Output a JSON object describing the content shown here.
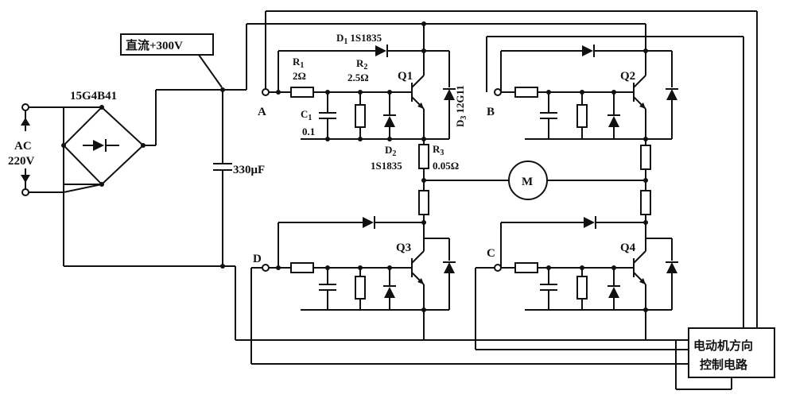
{
  "labels": {
    "dc": "直流+300V",
    "bridge": "15G4B41",
    "ac": "AC",
    "ac_v": "220V",
    "cap_main": "330μF",
    "A": "A",
    "B": "B",
    "C": "C",
    "D": "D",
    "d1": "D",
    "d1_sub": "1",
    "d1_part": "1S1835",
    "r1": "R",
    "r1_sub": "1",
    "r1_val": "2Ω",
    "r2": "R",
    "r2_sub": "2",
    "r2_val": "2.5Ω",
    "c1": "C",
    "c1_sub": "1",
    "c1_val": "0.1",
    "d2": "D",
    "d2_sub": "2",
    "d2_part": "1S1835",
    "d3": "D",
    "d3_sub": "3",
    "d3_part": "12G11",
    "r3": "R",
    "r3_sub": "3",
    "r3_val": "0.05Ω",
    "q1": "Q1",
    "q2": "Q2",
    "q3": "Q3",
    "q4": "Q4",
    "motor": "M",
    "ctrl_line1": "电动机方向",
    "ctrl_line2": "控制电路"
  }
}
